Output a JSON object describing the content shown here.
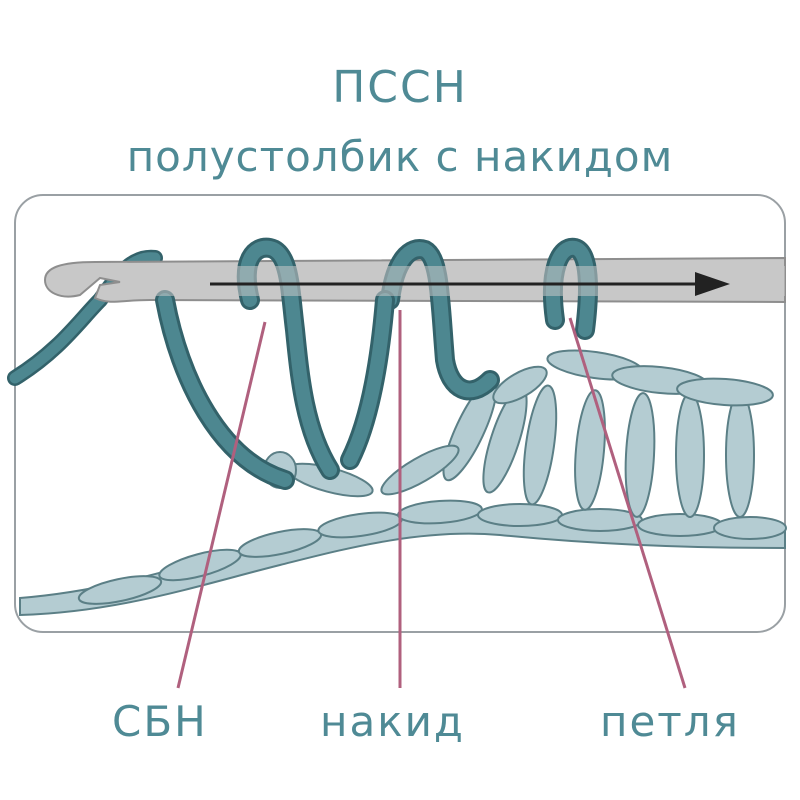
{
  "title": {
    "abbr": "ПССН",
    "full": "полустолбик с накидом"
  },
  "labels": {
    "sbn": "СБН",
    "nakid": "накид",
    "petlya": "петля"
  },
  "colors": {
    "title_text": "#4f8a95",
    "yarn_dark": "#4d8790",
    "yarn_light": "#b4ccd2",
    "yarn_outline": "#33626a",
    "hook": "#c8c8c8",
    "hook_outline": "#8e8e8e",
    "pointer_line": "#b0607e",
    "frame": "#9aa0a4"
  },
  "icons": [
    "crochet-hook-icon",
    "direction-arrow-icon"
  ]
}
